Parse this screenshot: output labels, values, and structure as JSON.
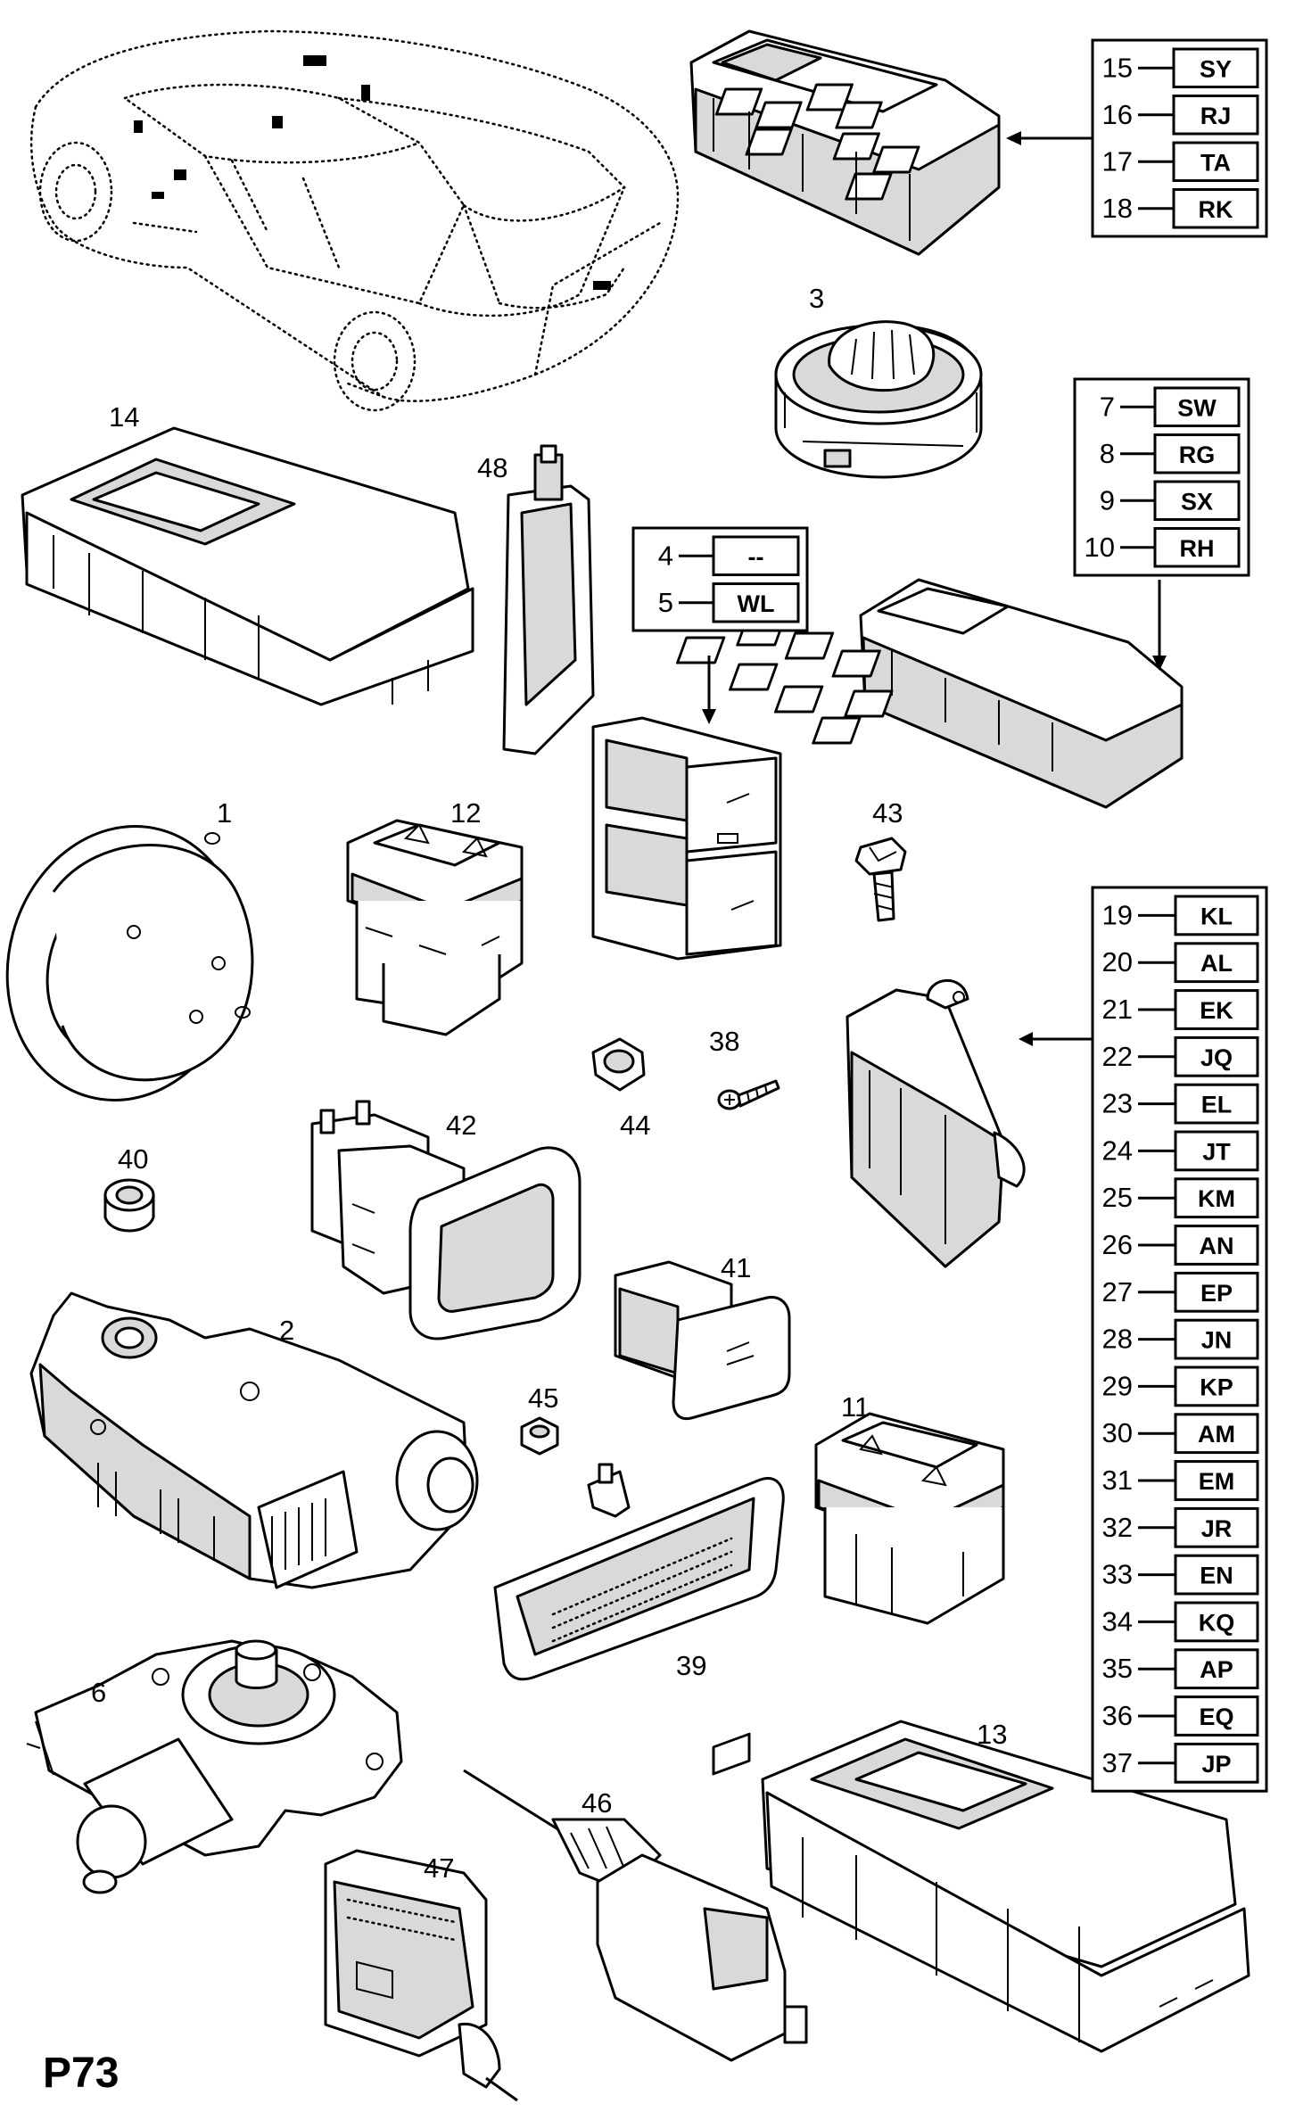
{
  "page_code": "P73",
  "callouts": [
    {
      "id": "callout-14",
      "label": "14"
    },
    {
      "id": "callout-48",
      "label": "48"
    },
    {
      "id": "callout-3",
      "label": "3"
    },
    {
      "id": "callout-1",
      "label": "1"
    },
    {
      "id": "callout-12",
      "label": "12"
    },
    {
      "id": "callout-43",
      "label": "43"
    },
    {
      "id": "callout-38",
      "label": "38"
    },
    {
      "id": "callout-44",
      "label": "44"
    },
    {
      "id": "callout-42",
      "label": "42"
    },
    {
      "id": "callout-40",
      "label": "40"
    },
    {
      "id": "callout-2",
      "label": "2"
    },
    {
      "id": "callout-41",
      "label": "41"
    },
    {
      "id": "callout-45",
      "label": "45"
    },
    {
      "id": "callout-11",
      "label": "11"
    },
    {
      "id": "callout-39",
      "label": "39"
    },
    {
      "id": "callout-6",
      "label": "6"
    },
    {
      "id": "callout-13",
      "label": "13"
    },
    {
      "id": "callout-46",
      "label": "46"
    },
    {
      "id": "callout-47",
      "label": "47"
    }
  ],
  "variant_tables": [
    {
      "id": "table-15-18",
      "rows": [
        {
          "num": "15",
          "code": "SY"
        },
        {
          "num": "16",
          "code": "RJ"
        },
        {
          "num": "17",
          "code": "TA"
        },
        {
          "num": "18",
          "code": "RK"
        }
      ]
    },
    {
      "id": "table-7-10",
      "rows": [
        {
          "num": "7",
          "code": "SW"
        },
        {
          "num": "8",
          "code": "RG"
        },
        {
          "num": "9",
          "code": "SX"
        },
        {
          "num": "10",
          "code": "RH"
        }
      ]
    },
    {
      "id": "table-4-5",
      "rows": [
        {
          "num": "4",
          "code": "--"
        },
        {
          "num": "5",
          "code": "WL"
        }
      ]
    },
    {
      "id": "table-19-37",
      "rows": [
        {
          "num": "19",
          "code": "KL"
        },
        {
          "num": "20",
          "code": "AL"
        },
        {
          "num": "21",
          "code": "EK"
        },
        {
          "num": "22",
          "code": "JQ"
        },
        {
          "num": "23",
          "code": "EL"
        },
        {
          "num": "24",
          "code": "JT"
        },
        {
          "num": "25",
          "code": "KM"
        },
        {
          "num": "26",
          "code": "AN"
        },
        {
          "num": "27",
          "code": "EP"
        },
        {
          "num": "28",
          "code": "JN"
        },
        {
          "num": "29",
          "code": "KP"
        },
        {
          "num": "30",
          "code": "AM"
        },
        {
          "num": "31",
          "code": "EM"
        },
        {
          "num": "32",
          "code": "JR"
        },
        {
          "num": "33",
          "code": "EN"
        },
        {
          "num": "34",
          "code": "KQ"
        },
        {
          "num": "35",
          "code": "AP"
        },
        {
          "num": "36",
          "code": "EQ"
        },
        {
          "num": "37",
          "code": "JP"
        }
      ]
    }
  ]
}
